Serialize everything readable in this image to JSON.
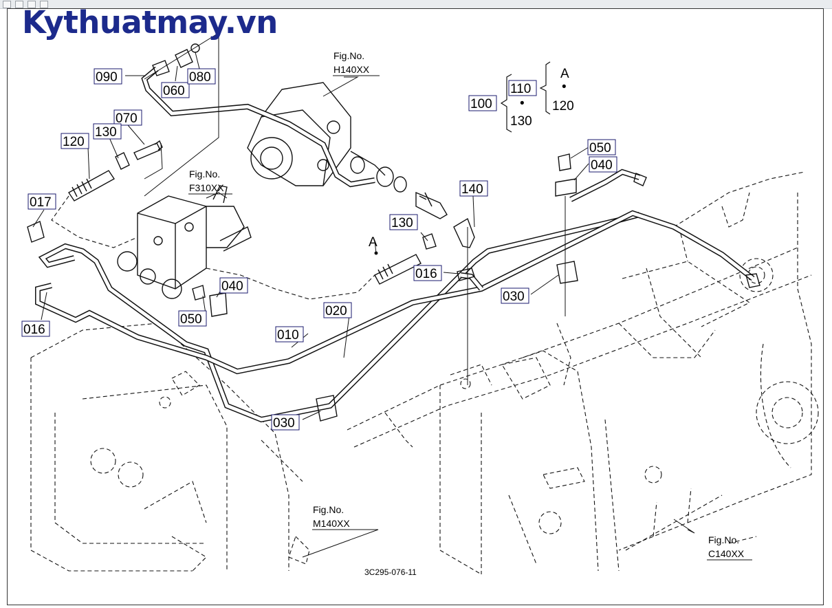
{
  "brand": "Kythuatmay.vn",
  "drawing_number": "3C295-076-11",
  "figure_refs": [
    {
      "fig": "Fig.No.",
      "code": "H140XX"
    },
    {
      "fig": "Fig.No.",
      "code": "F310XX"
    },
    {
      "fig": "Fig.No.",
      "code": "M140XX"
    },
    {
      "fig": "Fig.No.",
      "code": "C140XX"
    }
  ],
  "view_markers": {
    "a1": "A",
    "a2": "A"
  },
  "legend": {
    "group": "100",
    "left_top": "110",
    "left_dot": "•",
    "left_bottom": "130",
    "right_top": "A",
    "right_dot": "•",
    "right_bottom": "120"
  },
  "parts": [
    "090",
    "060",
    "080",
    "070",
    "130",
    "120",
    "017",
    "016",
    "050",
    "040",
    "010",
    "020",
    "030",
    "140",
    "130",
    "016",
    "050",
    "040",
    "030"
  ]
}
